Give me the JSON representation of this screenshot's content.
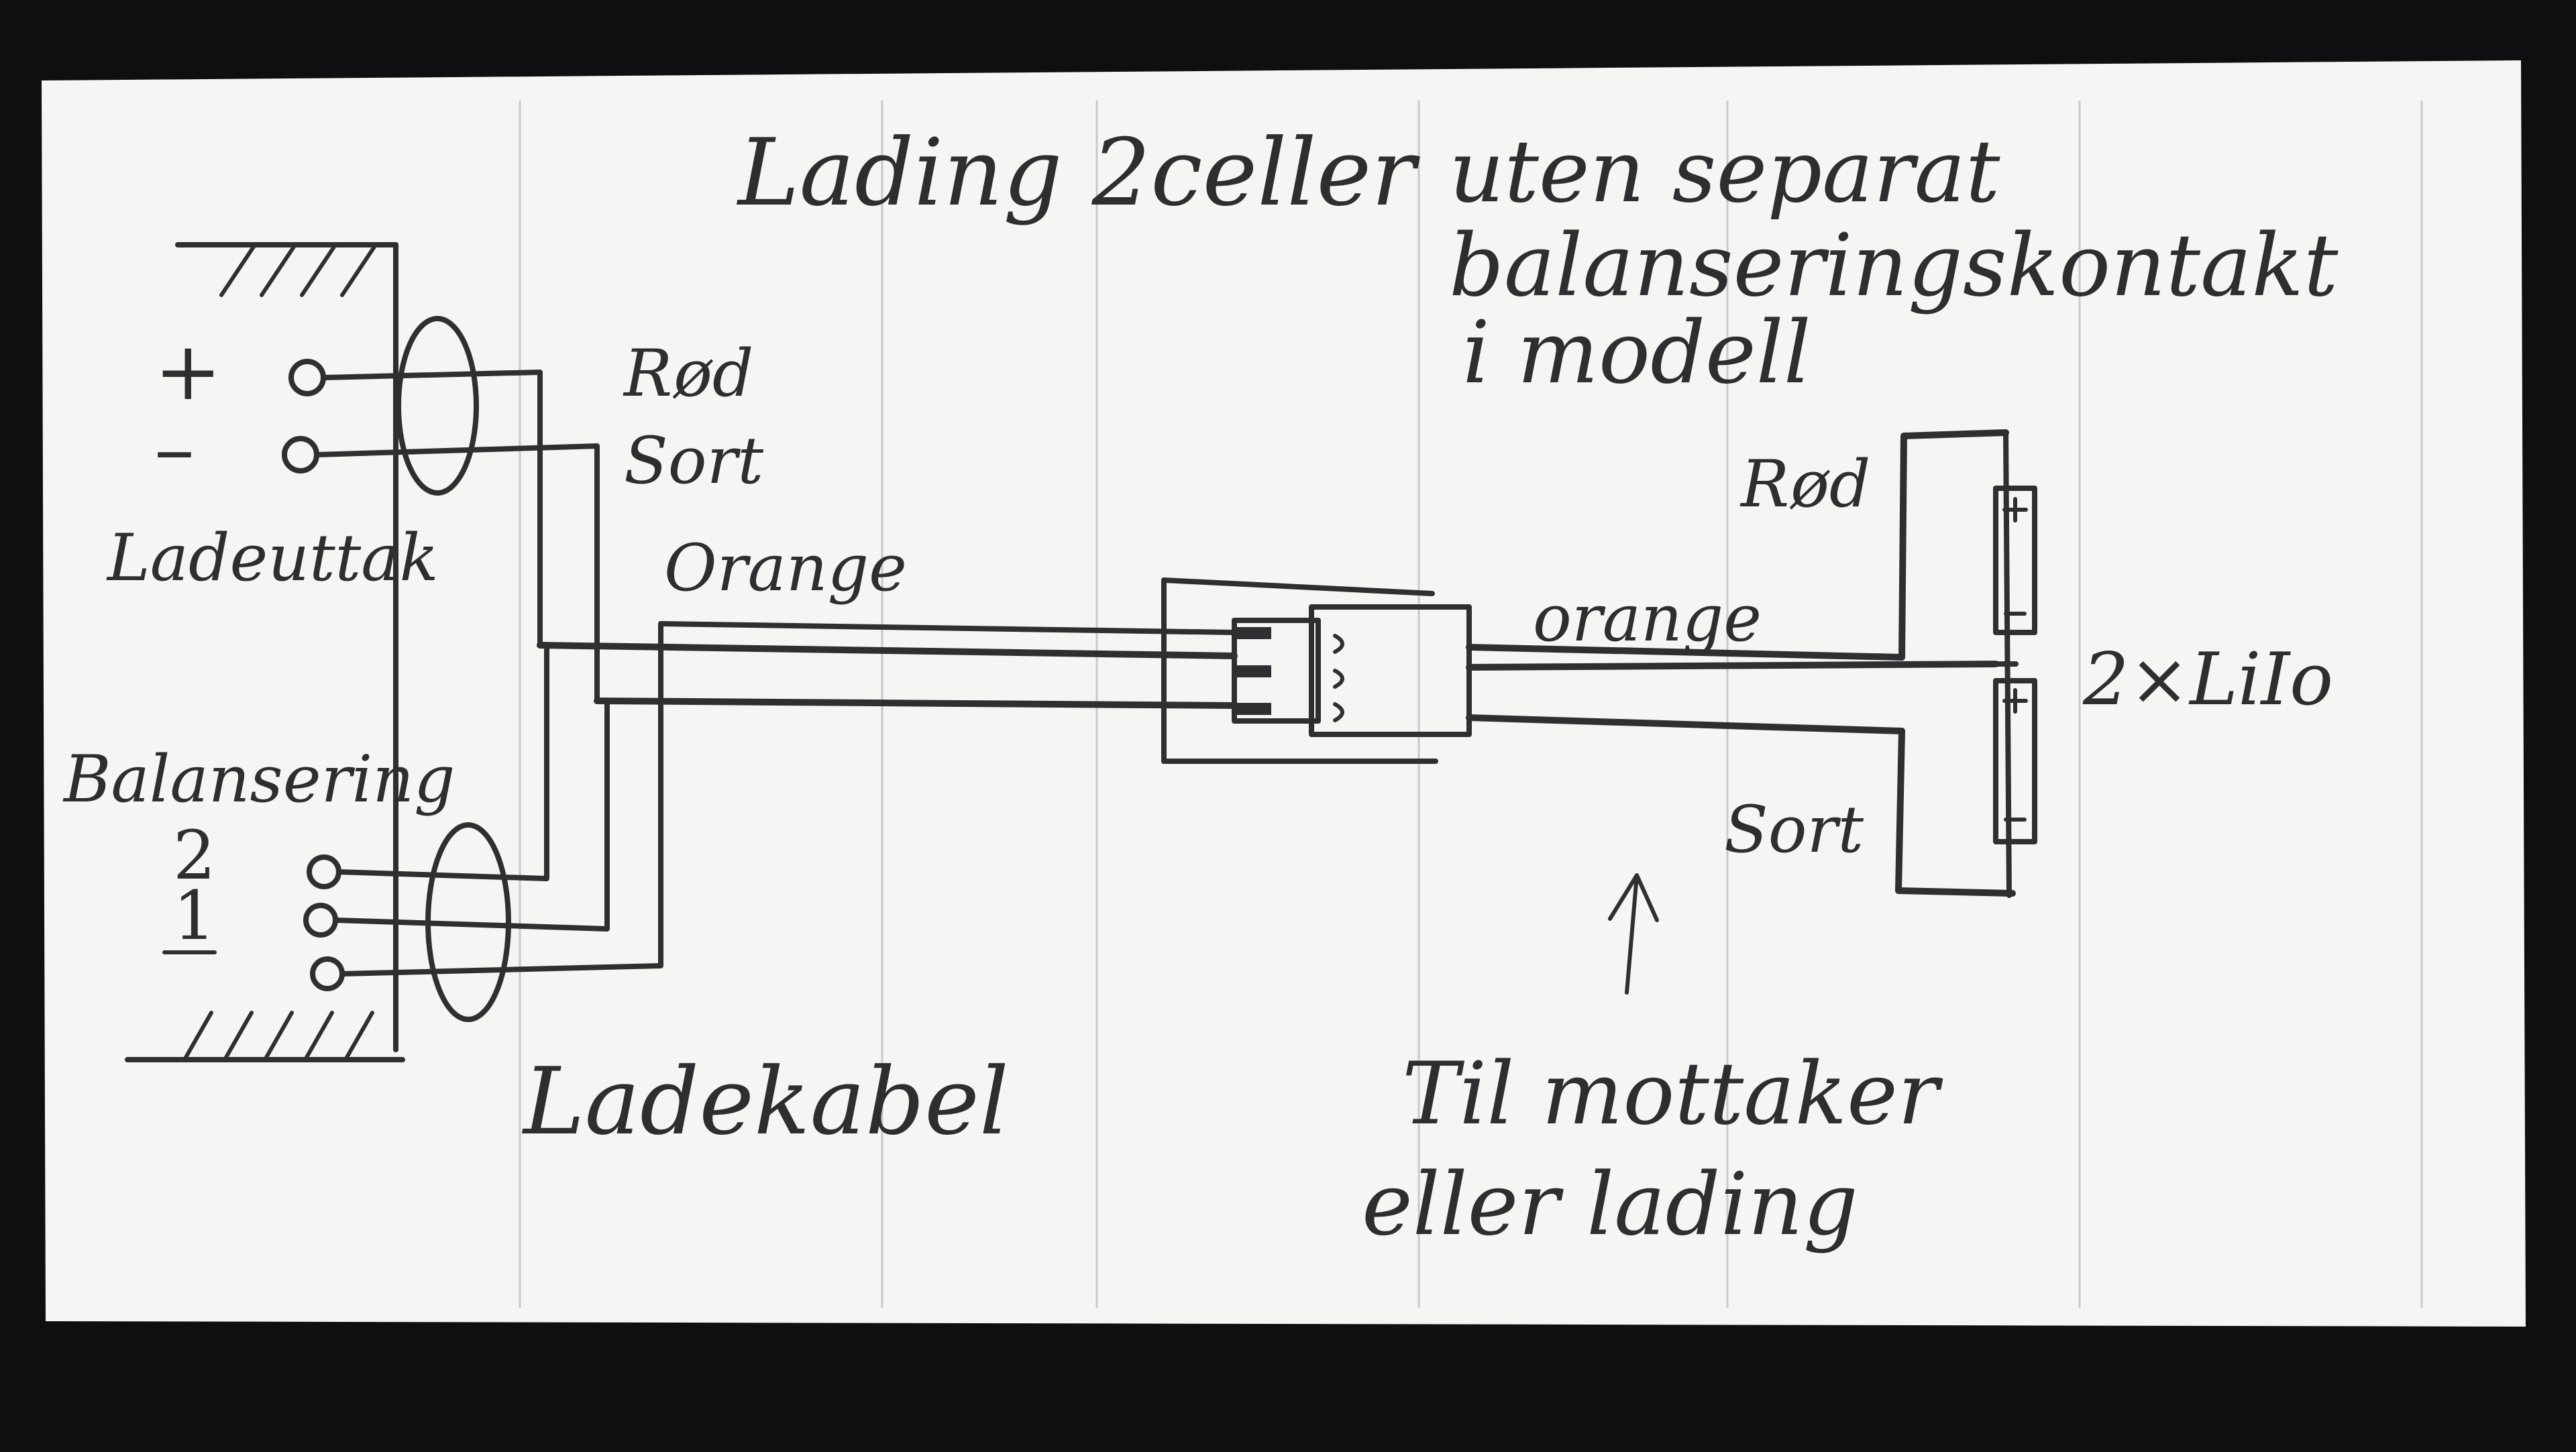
{
  "title": "Lading 2celler",
  "note": {
    "line1": "uten separat",
    "line2": "balanseringskontakt",
    "line3": "i modell"
  },
  "charger": {
    "plus_sign": "+",
    "minus_sign": "–",
    "port_label": "Ladeuttak",
    "balance_label": "Balansering",
    "balance_top": "2",
    "balance_bottom": "1"
  },
  "wires": {
    "red_left": "Rød",
    "black_left": "Sort",
    "orange_left": "Orange",
    "orange_right": "orange",
    "red_right": "Rød",
    "black_right": "Sort"
  },
  "battery": {
    "label": "2×LiIo",
    "cell_plus": "+",
    "cell_minus": "–"
  },
  "cable_label": "Ladekabel",
  "receiver": {
    "line1": "Til mottaker",
    "line2": "eller lading"
  },
  "colors": {
    "paper": "#f5f5f3",
    "ink": "#2f2f31",
    "background": "#0f0f12",
    "rule": "#c6c9d2"
  }
}
